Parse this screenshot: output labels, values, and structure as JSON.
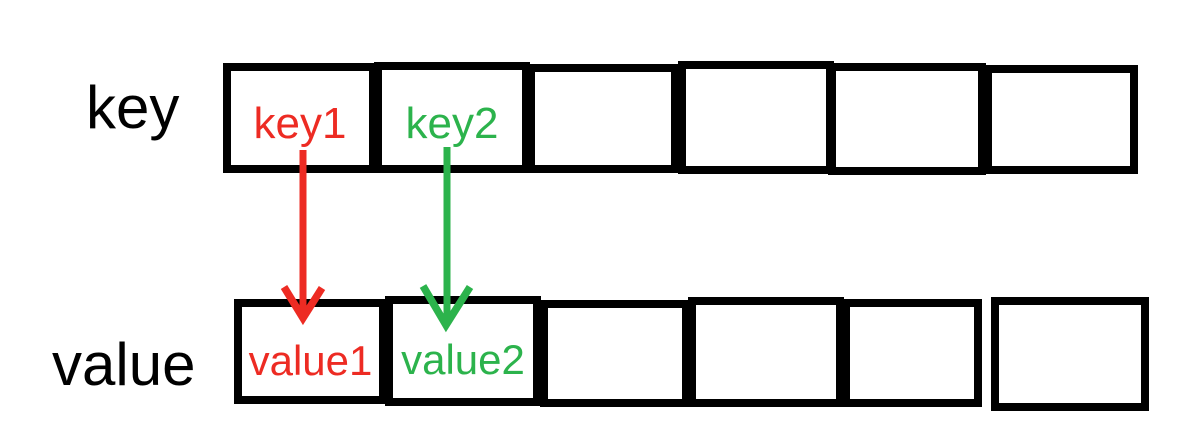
{
  "diagram": {
    "type": "hash-map-key-value-diagram",
    "rows": [
      {
        "label": "key",
        "cells": [
          {
            "text": "key1",
            "color": "#ed2b23"
          },
          {
            "text": "key2",
            "color": "#2cb34c"
          },
          {
            "text": ""
          },
          {
            "text": ""
          },
          {
            "text": ""
          },
          {
            "text": ""
          }
        ]
      },
      {
        "label": "value",
        "cells": [
          {
            "text": "value1",
            "color": "#ed2b23"
          },
          {
            "text": "value2",
            "color": "#2cb34c"
          },
          {
            "text": ""
          },
          {
            "text": ""
          },
          {
            "text": ""
          },
          {
            "text": ""
          }
        ]
      }
    ],
    "arrows": [
      {
        "from": "key1",
        "to": "value1",
        "color": "#ed2b23"
      },
      {
        "from": "key2",
        "to": "value2",
        "color": "#2cb34c"
      }
    ],
    "colors": {
      "red": "#ed2b23",
      "green": "#2cb34c",
      "border": "#000000",
      "background": "#ffffff"
    }
  }
}
